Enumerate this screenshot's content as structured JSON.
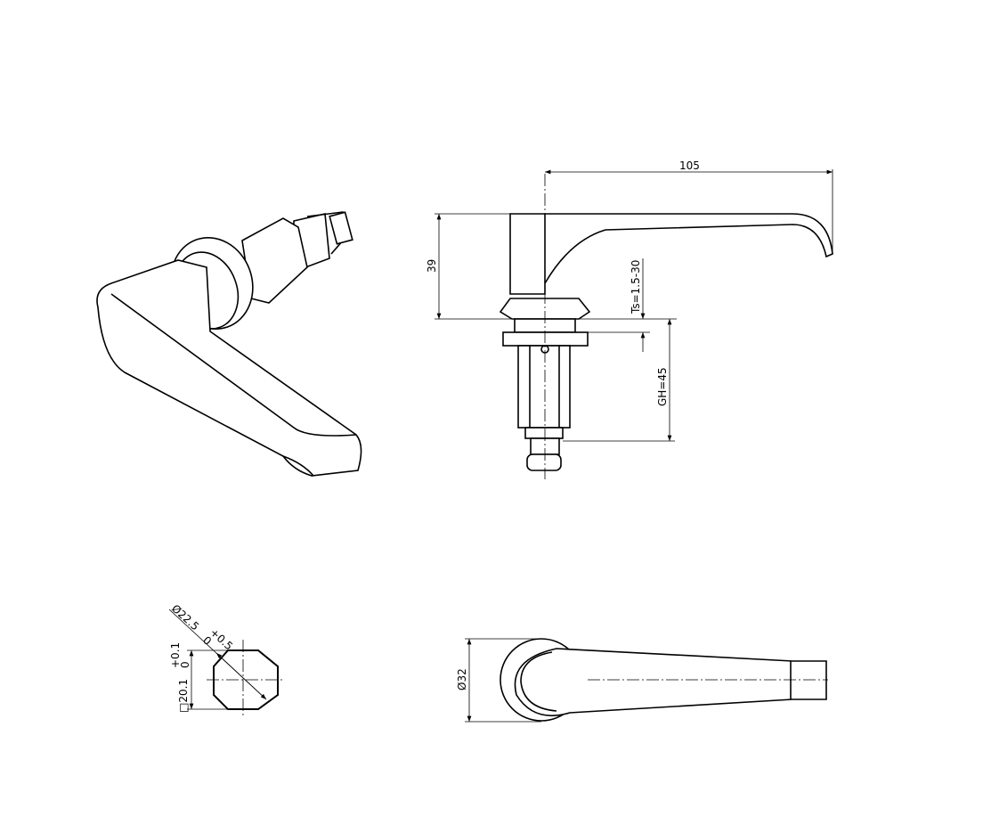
{
  "dimensions": {
    "overall_length": "105",
    "handle_height": "39",
    "panel_thickness": "Ts=1.5-30",
    "grip_height": "GH=45",
    "square_drive_diameter": "Ø22.5",
    "square_drive_diameter_tol_upper": "+0.5",
    "square_drive_diameter_tol_lower": "0",
    "square_size": "□20.1",
    "square_size_tol_upper": "+0.1",
    "square_size_tol_lower": "0",
    "rosette_diameter": "Ø32"
  },
  "views": [
    "isometric-view",
    "side-view",
    "square-section-view",
    "top-view"
  ]
}
